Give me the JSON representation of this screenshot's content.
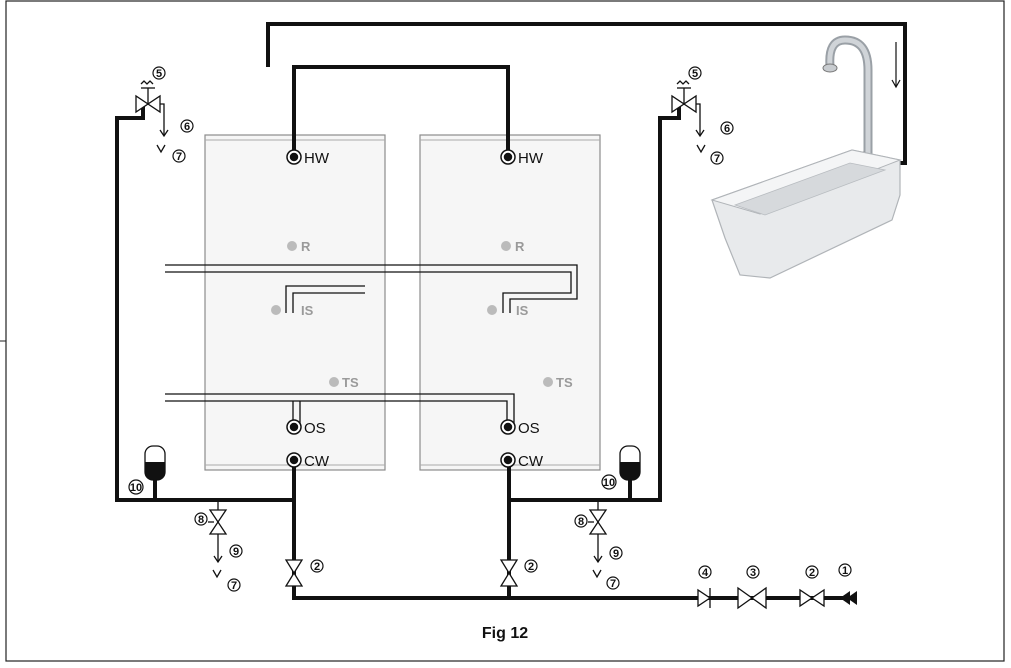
{
  "caption": "Fig 12",
  "port_labels": {
    "hw": "HW",
    "cw": "CW",
    "os": "OS",
    "tank_faded_1": "R",
    "tank_faded_2": "IS",
    "tank_faded_3": "TS"
  },
  "component_numbers": {
    "c1": "1",
    "c2": "2",
    "c3": "3",
    "c4": "4",
    "c5": "5",
    "c6": "6",
    "c7": "7",
    "c8": "8",
    "c9": "9",
    "c10": "10"
  },
  "colors": {
    "pipe": "#111111",
    "tank_outline": "#8c8c8c",
    "tank_fill": "#f6f6f6",
    "sink": "#e8eaec"
  }
}
